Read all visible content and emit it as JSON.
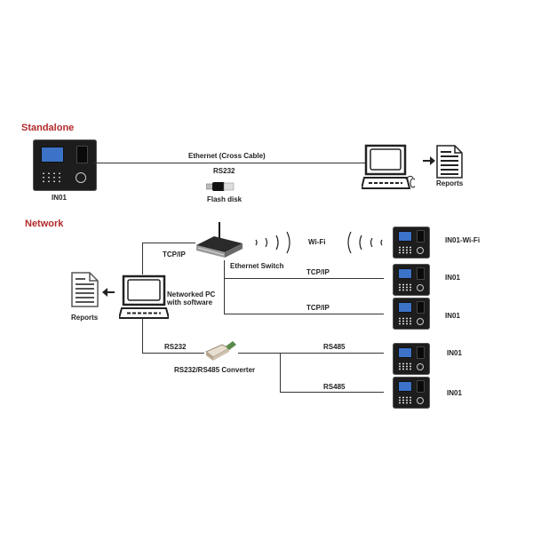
{
  "sections": {
    "standalone": "Standalone",
    "network": "Network"
  },
  "standalone": {
    "device_label": "IN01",
    "link_label_1": "Ethernet  (Cross Cable)",
    "link_label_2": "RS232",
    "flash_label": "Flash disk",
    "reports_label": "Reports"
  },
  "network": {
    "reports_label": "Reports",
    "pc_label_line1": "Networked PC",
    "pc_label_line2": "with software",
    "pc_switch_link": "TCP/IP",
    "switch_label": "Ethernet Switch",
    "wifi_label": "Wi-Fi",
    "converter_label": "RS232/RS485 Converter",
    "pc_converter_link": "RS232",
    "devices": [
      {
        "label": "IN01-Wi-Fi",
        "link": ""
      },
      {
        "label": "IN01",
        "link": "TCP/IP"
      },
      {
        "label": "IN01",
        "link": "TCP/IP"
      },
      {
        "label": "IN01",
        "link": "RS485"
      },
      {
        "label": "IN01",
        "link": "RS485"
      }
    ]
  },
  "colors": {
    "section_title": "#b22a2a",
    "device_screen": "#3c72c8"
  }
}
